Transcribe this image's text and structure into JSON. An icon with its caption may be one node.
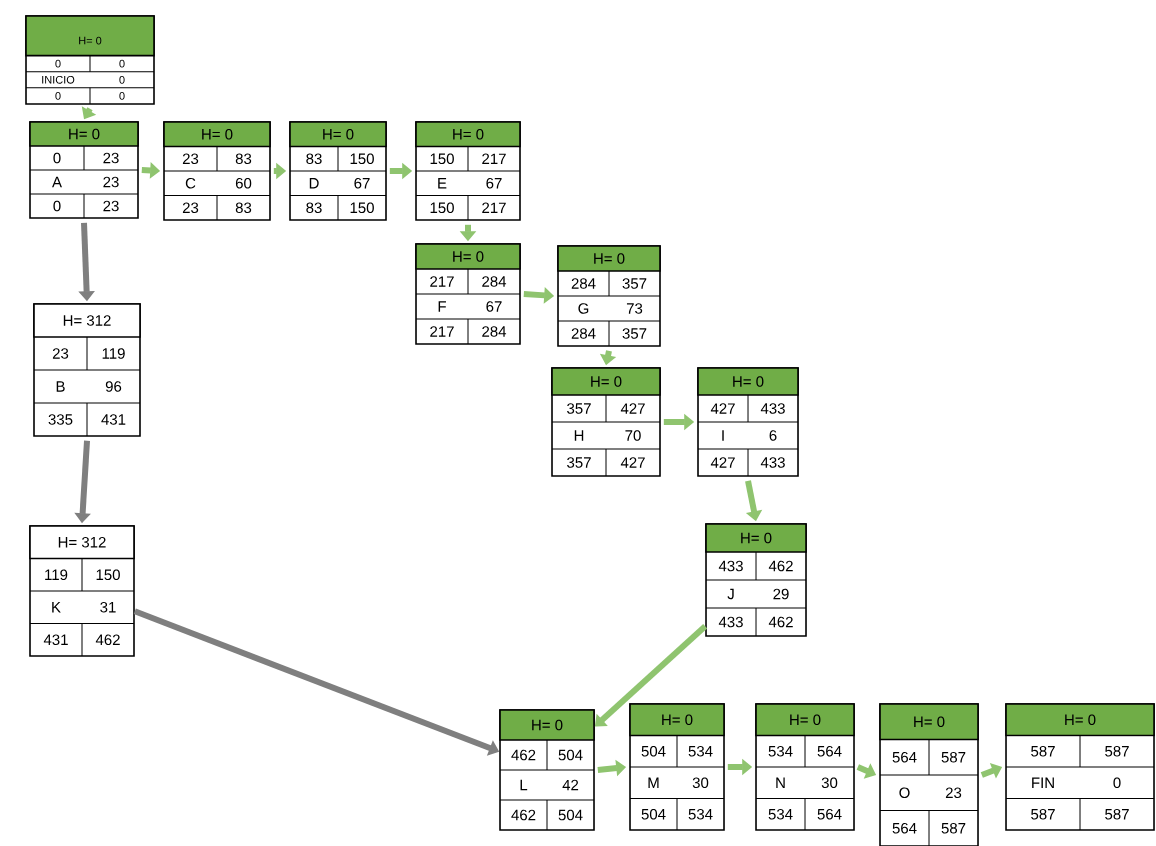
{
  "diagram": {
    "nodes": [
      {
        "text": [
          "H= 0",
          "0",
          "0",
          "INICIO",
          "0",
          "0",
          "0"
        ]
      },
      {
        "text": [
          "H= 0",
          "0",
          "23",
          "A",
          "23",
          "0",
          "23"
        ]
      },
      {
        "text": [
          "H= 0",
          "23",
          "83",
          "C",
          "60",
          "23",
          "83"
        ]
      },
      {
        "text": [
          "H= 0",
          "83",
          "150",
          "D",
          "67",
          "83",
          "150"
        ]
      },
      {
        "text": [
          "H= 0",
          "150",
          "217",
          "E",
          "67",
          "150",
          "217"
        ]
      },
      {
        "text": [
          "H= 0",
          "217",
          "284",
          "F",
          "67",
          "217",
          "284"
        ]
      },
      {
        "text": [
          "H= 0",
          "284",
          "357",
          "G",
          "73",
          "284",
          "357"
        ]
      },
      {
        "text": [
          "H= 0",
          "357",
          "427",
          "H",
          "70",
          "357",
          "427"
        ]
      },
      {
        "text": [
          "H= 0",
          "427",
          "433",
          "I",
          "6",
          "427",
          "433"
        ]
      },
      {
        "text": [
          "H= 312",
          "23",
          "119",
          "B",
          "96",
          "335",
          "431"
        ]
      },
      {
        "text": [
          "H= 312",
          "119",
          "150",
          "K",
          "31",
          "431",
          "462"
        ]
      },
      {
        "text": [
          "H= 0",
          "433",
          "462",
          "J",
          "29",
          "433",
          "462"
        ]
      },
      {
        "text": [
          "H= 0",
          "462",
          "504",
          "L",
          "42",
          "462",
          "504"
        ]
      },
      {
        "text": [
          "H= 0",
          "504",
          "534",
          "M",
          "30",
          "504",
          "534"
        ]
      },
      {
        "text": [
          "H= 0",
          "534",
          "564",
          "N",
          "30",
          "534",
          "564"
        ]
      },
      {
        "text": [
          "H= 0",
          "564",
          "587",
          "O",
          "23",
          "564",
          "587"
        ]
      },
      {
        "text": [
          "H= 0",
          "587",
          "587",
          "FIN",
          "0",
          "587",
          "587"
        ]
      }
    ],
    "edges": [
      {
        "from": 0,
        "to": 1,
        "arrow": "to"
      },
      {
        "from": 1,
        "to": 2,
        "arrow": "to"
      },
      {
        "from": 2,
        "to": 3,
        "arrow": "to"
      },
      {
        "from": 3,
        "to": 4,
        "arrow": "to"
      },
      {
        "from": 4,
        "to": 5,
        "arrow": "to"
      },
      {
        "from": 5,
        "to": 6,
        "arrow": "to"
      },
      {
        "from": 6,
        "to": 7,
        "arrow": "to"
      },
      {
        "from": 7,
        "to": 8,
        "arrow": "to"
      },
      {
        "from": 8,
        "to": 11,
        "arrow": "to"
      },
      {
        "from": 11,
        "to": 12,
        "arrow": "to"
      },
      {
        "from": 12,
        "to": 13,
        "arrow": "to"
      },
      {
        "from": 13,
        "to": 14,
        "arrow": "to"
      },
      {
        "from": 14,
        "to": 15,
        "arrow": "to"
      },
      {
        "from": 15,
        "to": 16,
        "arrow": "to"
      },
      {
        "from": 1,
        "to": 9,
        "arrow": "to",
        "color": "#7f7f7f"
      },
      {
        "from": 9,
        "to": 10,
        "arrow": "to",
        "color": "#7f7f7f"
      },
      {
        "from": 10,
        "to": 12,
        "arrow": "to",
        "color": "#7f7f7f"
      }
    ]
  }
}
